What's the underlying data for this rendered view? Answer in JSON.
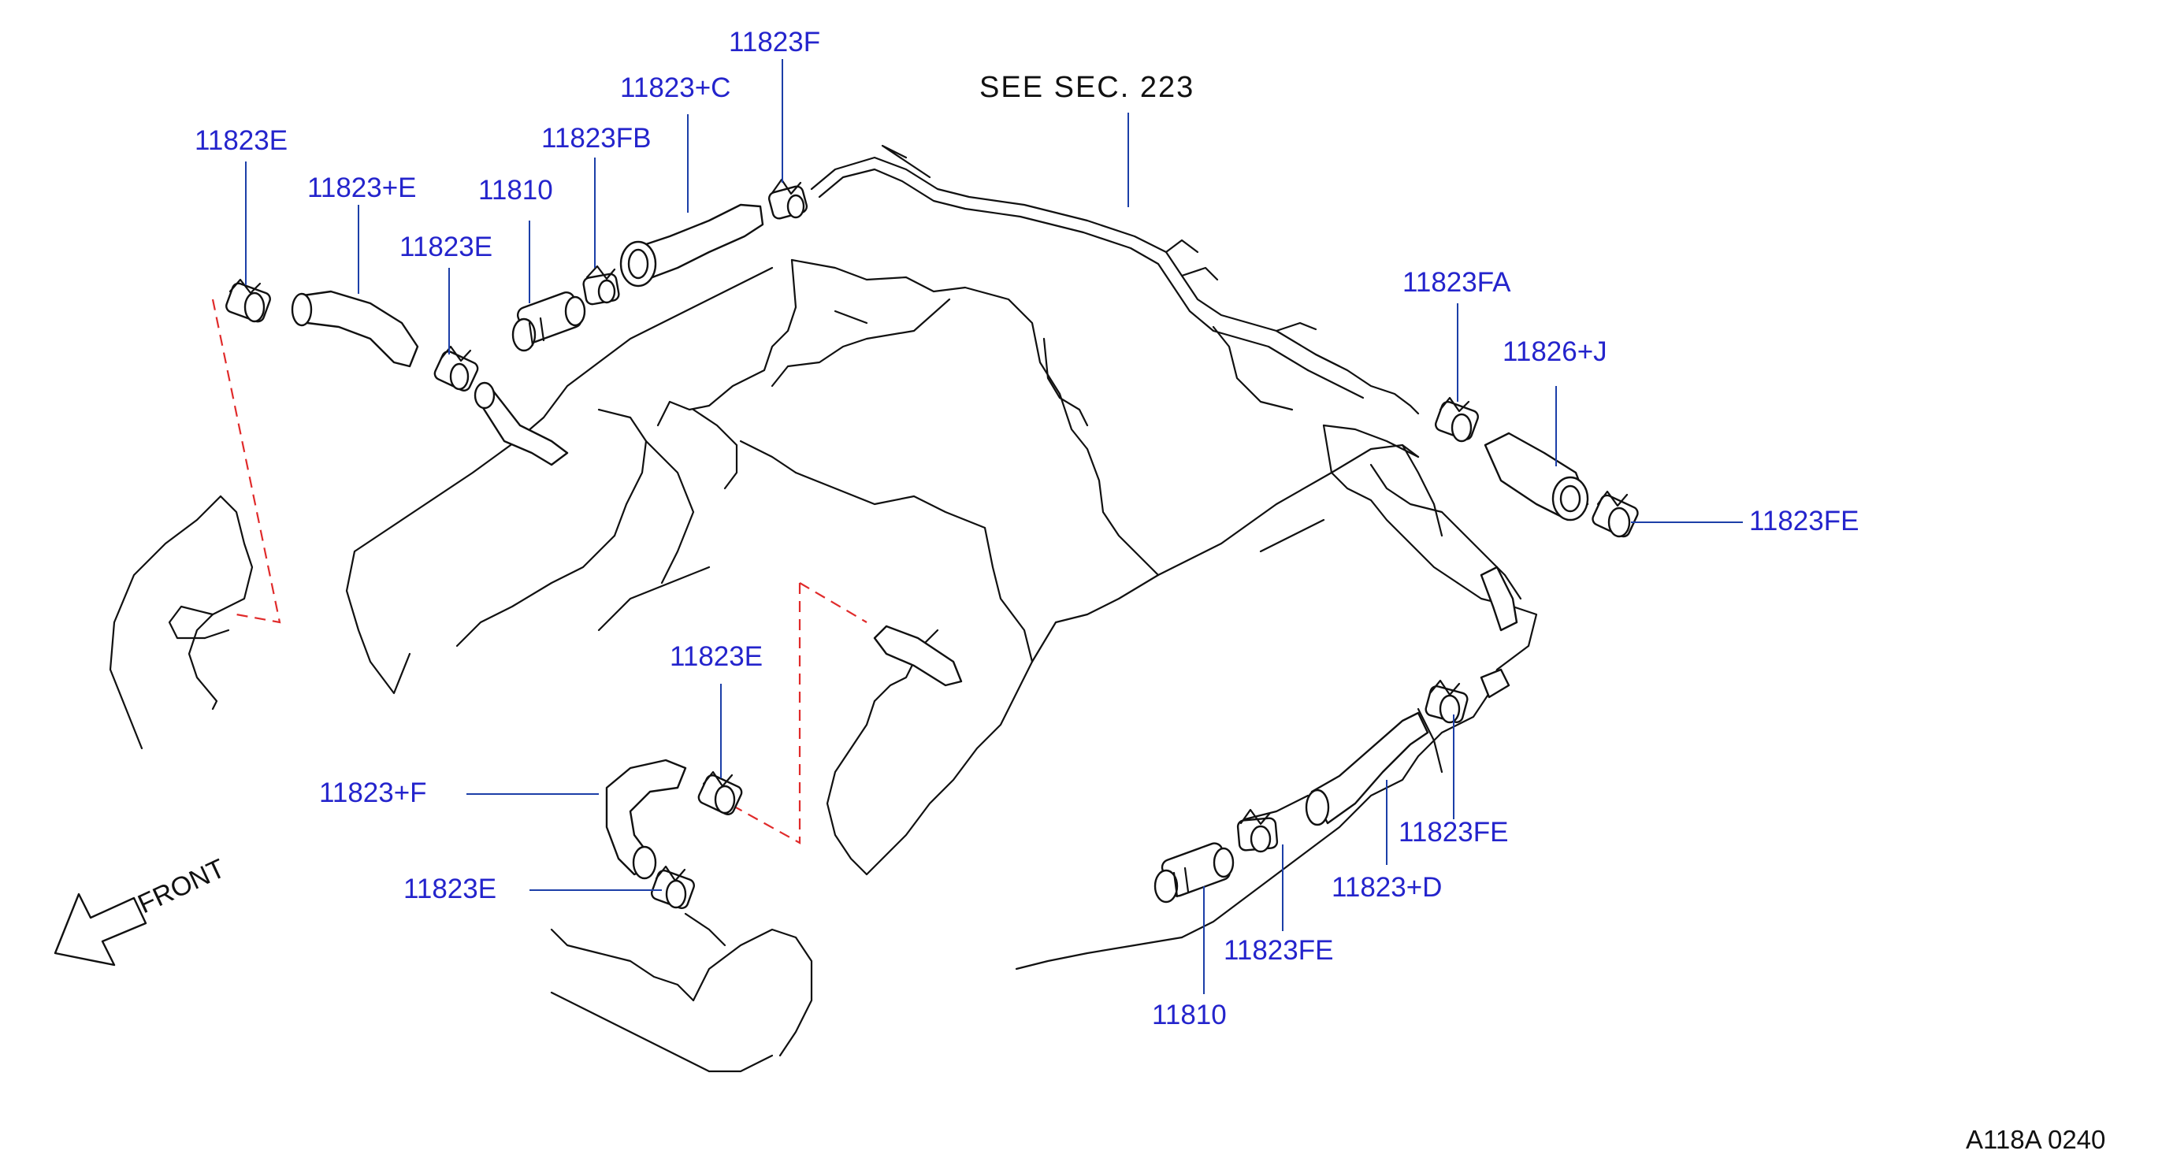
{
  "labels": {
    "l_11823F": "11823F",
    "l_11823C": "11823+C",
    "l_11823E_tl": "11823E",
    "l_11823FB": "11823FB",
    "l_11810_top": "11810",
    "l_11823plusE": "11823+E",
    "l_11823E_mid": "11823E",
    "l_11823FA": "11823FA",
    "l_11826J": "11826+J",
    "l_11823FE_right": "11823FE",
    "l_11823E_low": "11823E",
    "l_11823plusF": "11823+F",
    "l_11823E_bl": "11823E",
    "l_11823FE_mid": "11823FE",
    "l_11823D": "11823+D",
    "l_11823FE_low": "11823FE",
    "l_11810_bottom": "11810"
  },
  "notes": {
    "see_sec": "SEE   SEC.   223",
    "front": "FRONT",
    "diagram_code": "A118A  0240"
  },
  "colors": {
    "label_blue": "#2424cc",
    "leader_blue": "#1c3fa8",
    "dashed_red": "#e02b2b",
    "line_black": "#111111"
  }
}
